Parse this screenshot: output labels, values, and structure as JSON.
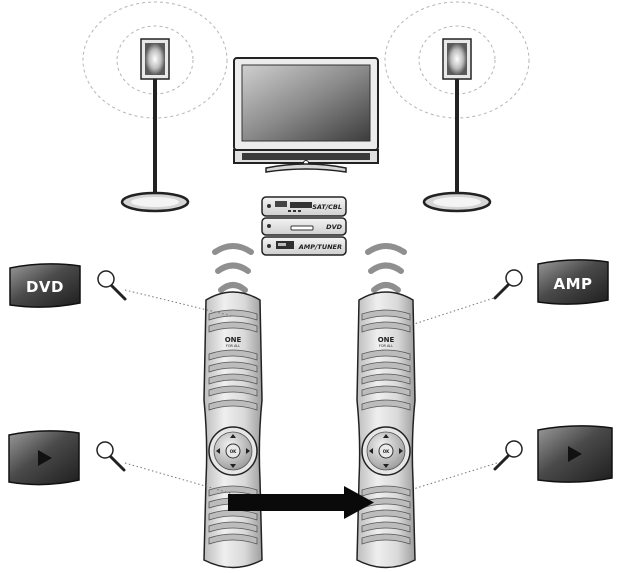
{
  "devices": {
    "sat_label": "SAT/CBL",
    "dvd_label": "DVD",
    "amp_label": "AMP/TUNER"
  },
  "left_remote": {
    "device_key": "DVD",
    "logo_top": "ONE",
    "logo_bottom": "FOR ALL",
    "ok_label": "OK"
  },
  "right_remote": {
    "device_key": "AMP",
    "logo_top": "ONE",
    "logo_bottom": "FOR ALL",
    "ok_label": "OK"
  },
  "colors": {
    "outline": "#222222",
    "button_dark": "#3a3a3a",
    "button_gradient_light": "#8a8a8a",
    "remote_body": "#d7d7d7",
    "circle_dash": "#b5b5b5"
  }
}
